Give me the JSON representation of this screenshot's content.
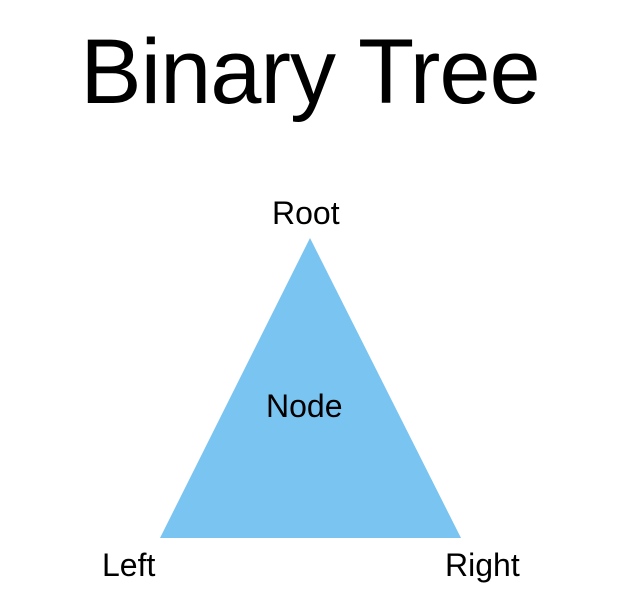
{
  "diagram": {
    "title": "Binary Tree",
    "labels": {
      "root": "Root",
      "node": "Node",
      "left": "Left",
      "right": "Right"
    },
    "colors": {
      "triangle_fill": "#7AC4F1",
      "text": "#000000",
      "background": "#FFFFFF"
    }
  }
}
